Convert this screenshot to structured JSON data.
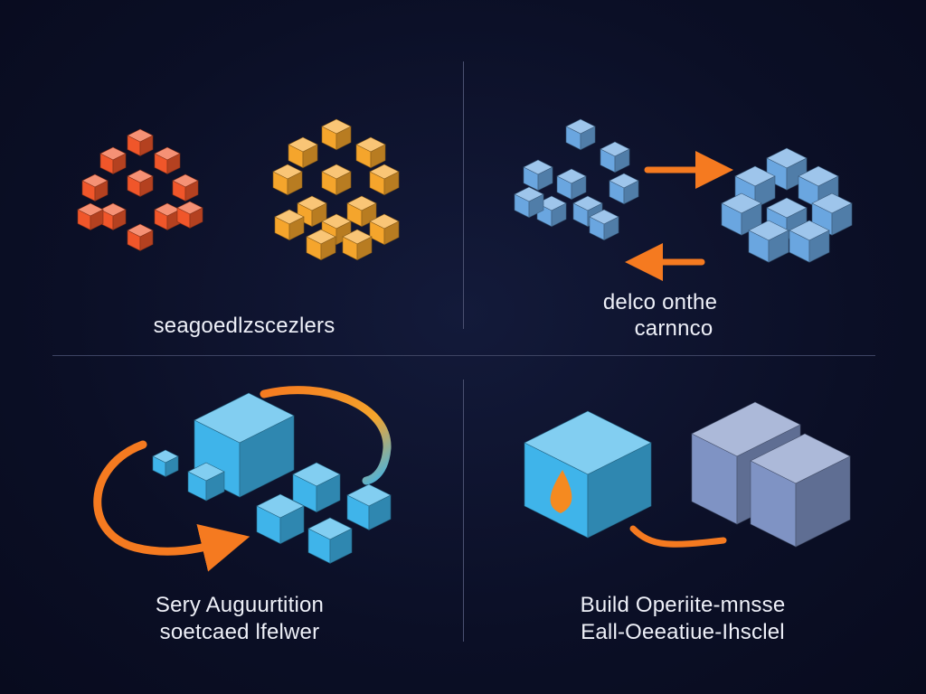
{
  "panels": {
    "top_left": {
      "caption": "seagoedlzscezlers"
    },
    "top_right": {
      "caption_line1": "delco onthe",
      "caption_line2": "carnnco"
    },
    "bottom_left": {
      "caption_line1": "Sery Auguurtition",
      "caption_line2": "soetcaed lfelwer"
    },
    "bottom_right": {
      "caption_line1": "Build Operiite-mnsse",
      "caption_line2": "Eall-Oeeatiue-Ihsclel"
    }
  },
  "colors": {
    "background": "#0b0f26",
    "red_cube": "#f0562a",
    "orange_cube": "#f5a52c",
    "blue_cube": "#6aa6e0",
    "cyan_cube": "#3fb4ea",
    "slate_cube": "#7f93c4",
    "arrow_orange": "#f57a20",
    "divider": "#4a5070"
  }
}
